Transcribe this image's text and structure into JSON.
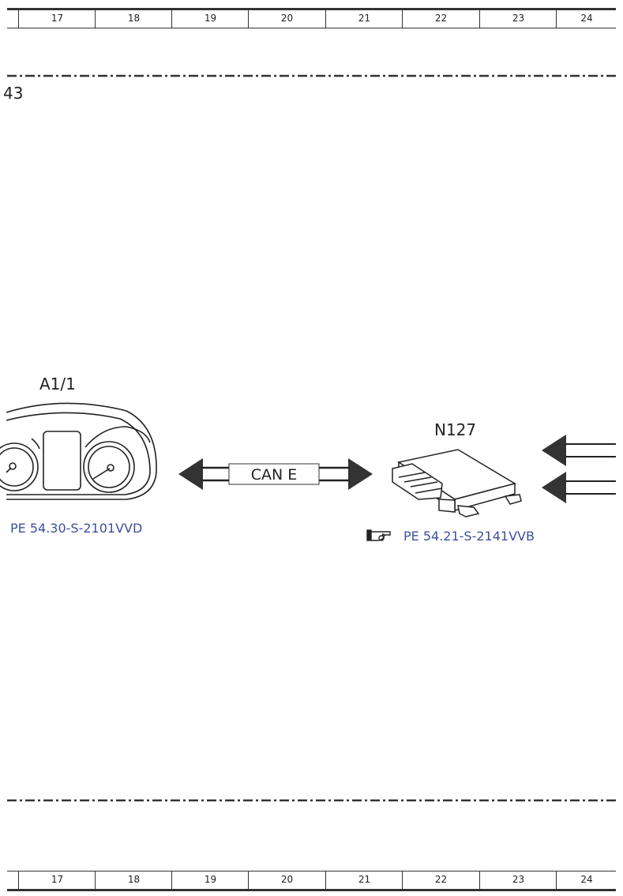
{
  "ruler": {
    "columns": [
      "17",
      "18",
      "19",
      "20",
      "21",
      "22",
      "23",
      "24"
    ]
  },
  "sheet_marker": "43",
  "components": {
    "cluster": {
      "id": "A1/1",
      "reference": "PE 54.30-S-2101VVD"
    },
    "module": {
      "id": "N127",
      "reference": "PE 54.21-S-2141VVB"
    }
  },
  "bus": {
    "label": "CAN E"
  }
}
